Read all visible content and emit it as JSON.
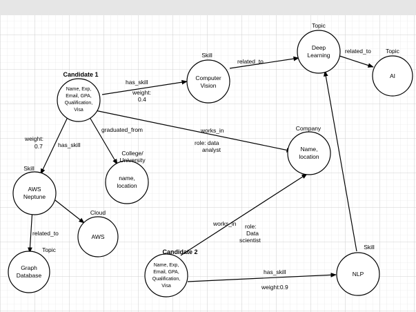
{
  "colors": {
    "top_bar": "#e6e6e6",
    "grid_minor": "#e2e2e2",
    "grid_major": "#c6c6c6",
    "stroke": "#000000"
  },
  "nodes": {
    "candidate1": {
      "title": "Candidate 1",
      "lines": [
        "Name, Exp,",
        "Email, GPA,",
        "Qualification,",
        "Visa"
      ]
    },
    "computer_vision": {
      "type": "Skill",
      "lines": [
        "Computer",
        "Vision"
      ]
    },
    "deep_learning": {
      "type": "Topic",
      "lines": [
        "Deep",
        "Learning"
      ]
    },
    "ai": {
      "type": "Topic",
      "lines": [
        "AI"
      ]
    },
    "company": {
      "type": "Company",
      "lines": [
        "Name,",
        "location"
      ]
    },
    "college": {
      "type_lines": [
        "College/",
        "University"
      ],
      "lines": [
        "name,",
        "location"
      ]
    },
    "aws_neptune": {
      "type": "Skill",
      "lines": [
        "AWS",
        "Neptune"
      ]
    },
    "aws": {
      "type": "Cloud",
      "lines": [
        "AWS"
      ]
    },
    "graph_db": {
      "type": "Topic",
      "lines": [
        "Graph",
        "Database"
      ]
    },
    "candidate2": {
      "title": "Candidate 2",
      "lines": [
        "Name, Exp,",
        "Email, GPA,",
        "Qualification,",
        "Visa"
      ]
    },
    "nlp": {
      "type": "Skill",
      "lines": [
        "NLP"
      ]
    }
  },
  "edges": {
    "c1_cv": {
      "label": "has_skill",
      "weight": [
        "weight:",
        "0.4"
      ]
    },
    "cv_dl": {
      "label": "related_to"
    },
    "dl_ai": {
      "label": "related_to"
    },
    "c1_college": {
      "label": "graduated_from"
    },
    "c1_company": {
      "label": "works_in",
      "role": [
        "role: data",
        "analyst"
      ]
    },
    "c1_neptune": {
      "label": "has_skill",
      "weight": [
        "weight:",
        "0.7"
      ]
    },
    "neptune_graph": {
      "label": "related_to"
    },
    "c2_company": {
      "label": "works_in",
      "role": [
        "role:",
        "Data",
        "scientist"
      ]
    },
    "c2_nlp": {
      "label": "has_skill",
      "weight": "weight:0.9"
    }
  }
}
